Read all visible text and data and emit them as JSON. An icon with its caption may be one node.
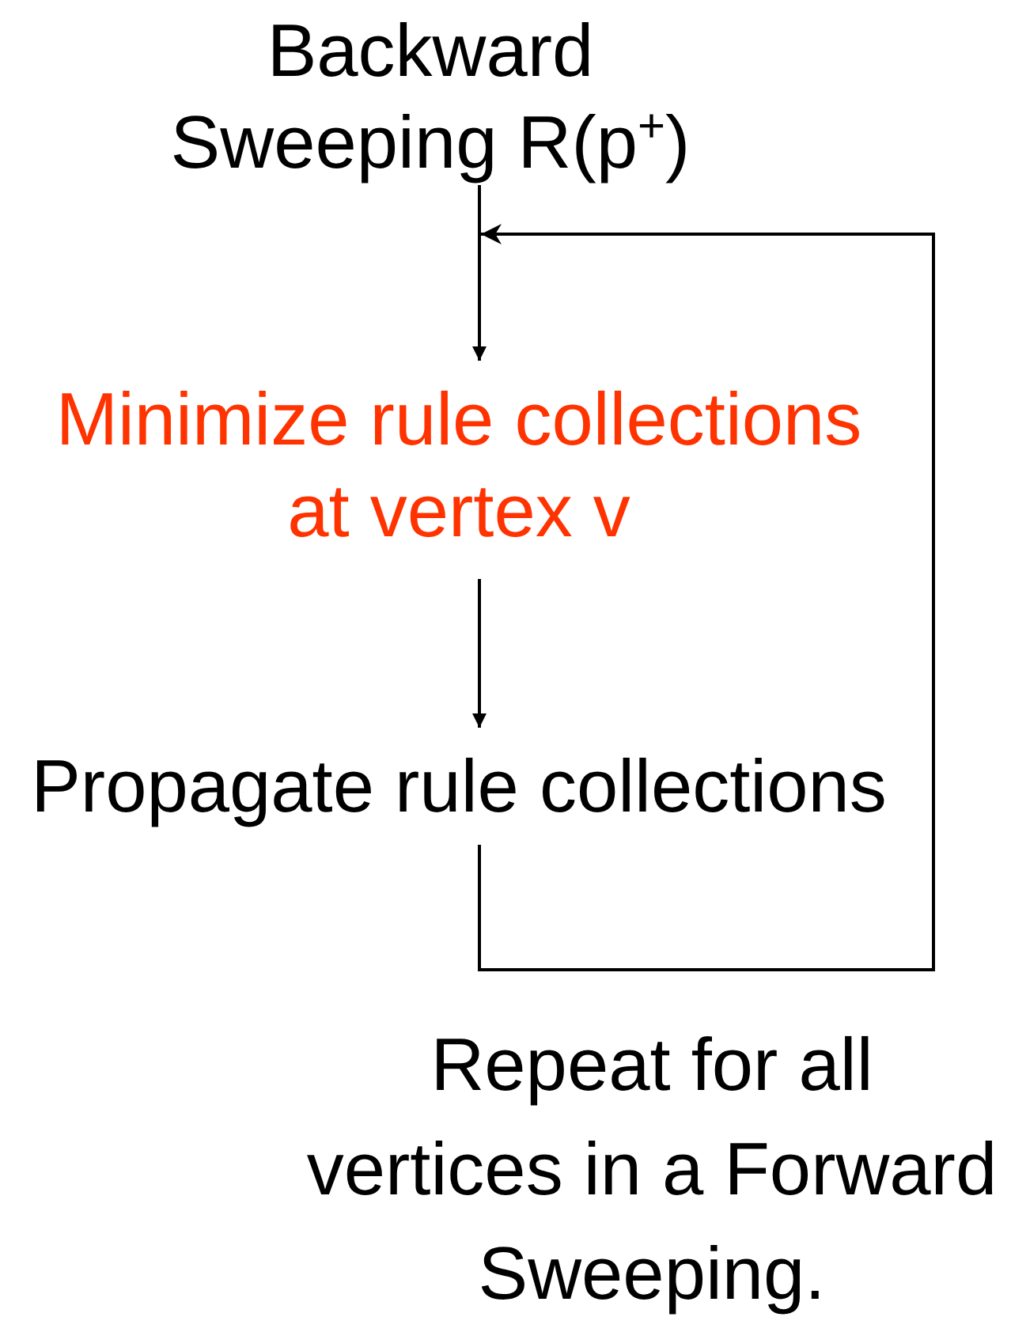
{
  "diagram": {
    "nodes": [
      {
        "text": [
          "Backward Sweeping R(p$^{+}$)"
        ]
      },
      {
        "text": [
          "Minimize rule collections at vertex v"
        ]
      },
      {
        "text": [
          "Propagate rule collections"
        ]
      }
    ],
    "edges": [
      {
        "from": 0,
        "to": 1,
        "arrow": "to"
      },
      {
        "from": 1,
        "to": 2,
        "arrow": "to"
      },
      {
        "from": 2,
        "to": 1,
        "arrow": "to"
      }
    ],
    "labels": [
      "Repeat for all vertices in a Forward Sweeping."
    ]
  }
}
